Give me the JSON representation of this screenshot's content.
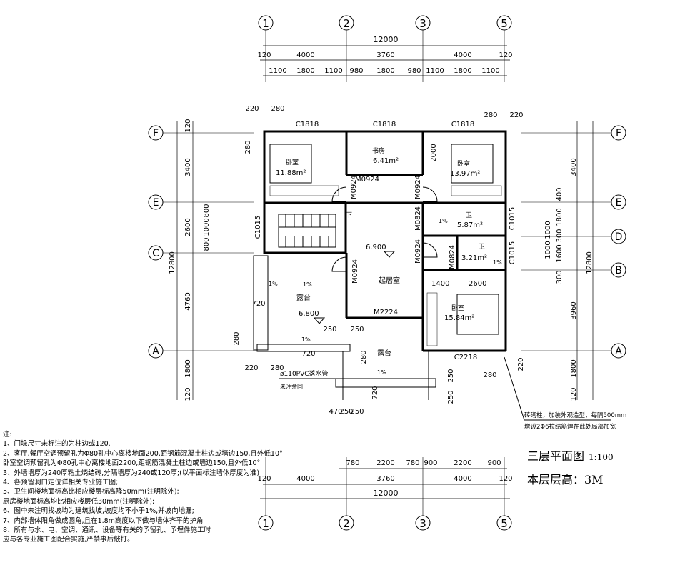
{
  "axes": {
    "top": [
      "1",
      "2",
      "3",
      "5"
    ],
    "bottom": [
      "1",
      "2",
      "3",
      "5"
    ],
    "left": [
      "F",
      "E",
      "C",
      "A"
    ],
    "right": [
      "F",
      "E",
      "D",
      "B",
      "A"
    ]
  },
  "dims": {
    "total_top": "12000",
    "top_row1": [
      "120",
      "4000",
      "3760",
      "4000",
      "120"
    ],
    "top_row2": [
      "1100",
      "1800",
      "1100",
      "980",
      "1800",
      "980",
      "1100",
      "1800",
      "1100"
    ],
    "bottom_row1": [
      "780",
      "2200",
      "780",
      "900",
      "2200",
      "900"
    ],
    "bottom_row2": [
      "120",
      "4000",
      "3760",
      "4000",
      "120"
    ],
    "total_bottom": "12000",
    "left_outer": [
      "120",
      "3400",
      "2600",
      "4760",
      "1800",
      "120"
    ],
    "left_total": "12800",
    "left_inner": [
      "280",
      "1000",
      "800",
      "800",
      "720",
      "280"
    ],
    "right_outer": [
      "3400",
      "3960",
      "1800",
      "120"
    ],
    "right_total": "12800",
    "right_inner": [
      "400",
      "1800",
      "1000",
      "300",
      "1000",
      "1600",
      "300"
    ],
    "corner_tl": [
      "220",
      "280",
      "280"
    ],
    "corner_tr": [
      "280",
      "220",
      "280"
    ],
    "misc": [
      "250",
      "250",
      "280",
      "720",
      "220",
      "280",
      "250",
      "470",
      "250",
      "250",
      "720",
      "250",
      "280",
      "220",
      "1400",
      "2600",
      "2000"
    ]
  },
  "rooms": {
    "bedroom_nw": {
      "name": "卧室",
      "area": "11.88m²"
    },
    "study": {
      "name": "书房",
      "area": "6.41m²"
    },
    "bedroom_ne": {
      "name": "卧室",
      "area": "13.97m²"
    },
    "toilet1": {
      "name": "卫",
      "area": "5.87m²"
    },
    "toilet2": {
      "name": "卫",
      "area": "3.21m²"
    },
    "living": {
      "name": "起居室",
      "elev": "6.900"
    },
    "terrace_w": {
      "name": "露台",
      "elev": "6.800"
    },
    "terrace_s": {
      "name": "露台"
    },
    "bedroom_se": {
      "name": "卧室",
      "area": "15.84m²"
    }
  },
  "windows": [
    "C1818",
    "C1818",
    "C1818",
    "C1015",
    "C1015",
    "C1015",
    "C2218"
  ],
  "doors": [
    "M0924",
    "M0924",
    "M0924",
    "M0824",
    "M0924",
    "M0924",
    "M0824",
    "M2224"
  ],
  "slopes": [
    "1%",
    "1%",
    "1%",
    "1%",
    "1%",
    "1%"
  ],
  "stair_label": "下",
  "drain": [
    "ø110PVC落水管",
    "未注余同"
  ],
  "wall_note": [
    "砖砌柱，加装外观造型，每隔500mm",
    "增设2Φ6拉结筋焊在此处局部加宽"
  ],
  "title": {
    "main": "三层平面图",
    "scale": "1:100"
  },
  "floor_height": "本层层高：3M",
  "notes": [
    "注:",
    "1、门垛尺寸未标注的为柱边或120.",
    "2、客厅,餐厅空调预留孔为Φ80孔中心离楼地面200,距钢筋混凝土柱边或墙边150,且外低10°",
    "   卧室空调预留孔为Φ80孔中心离楼地面2200,距钢筋混凝土柱边或墙边150,且外低10°",
    "3、外墙墙厚为240厚粘土烧结砖,分隔墙厚为240或120厚;(以平面标注墙体厚度为准)",
    "4、各预留洞口定位详相关专业施工图;",
    "5、卫生间楼地面标高比相应楼层标高降50mm(注明除外);",
    "   厨房楼地面标高均比相应楼层低30mm(注明除外);",
    "6、图中未注明找坡均为建筑找坡,坡度均不小于1%,并坡向地漏;",
    "7、内部墙体阳角做成圆角,且在1.8m高度以下做与墙体齐平的护角",
    "8、所有与水、电、空调、通讯、设备等有关的予留孔、予埋件施工时",
    "   应与各专业施工图配合实施,严禁事后敲打。"
  ]
}
